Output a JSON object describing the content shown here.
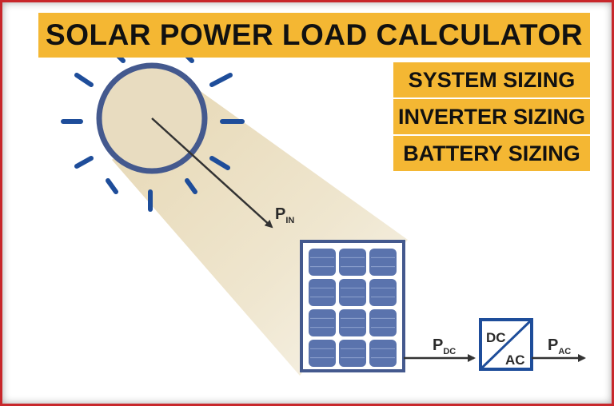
{
  "title": "SOLAR POWER LOAD CALCULATOR",
  "sections": [
    "SYSTEM SIZING",
    "INVERTER SIZING",
    "BATTERY SIZING"
  ],
  "diagram": {
    "input_label": {
      "main": "P",
      "sub": "IN"
    },
    "dc_label": {
      "main": "P",
      "sub": "DC"
    },
    "ac_label": {
      "main": "P",
      "sub": "AC"
    },
    "inverter_top": "DC",
    "inverter_bottom": "AC"
  },
  "colors": {
    "accent": "#f4b733",
    "sun_and_panel": "#44598e",
    "panel_cells": "#5a73ad",
    "ray_blue": "#1e4d9a",
    "beam": "#ede2c7",
    "frame_border": "#c8272b"
  },
  "icons": [
    "sun-icon",
    "solar-panel-icon",
    "inverter-icon"
  ]
}
